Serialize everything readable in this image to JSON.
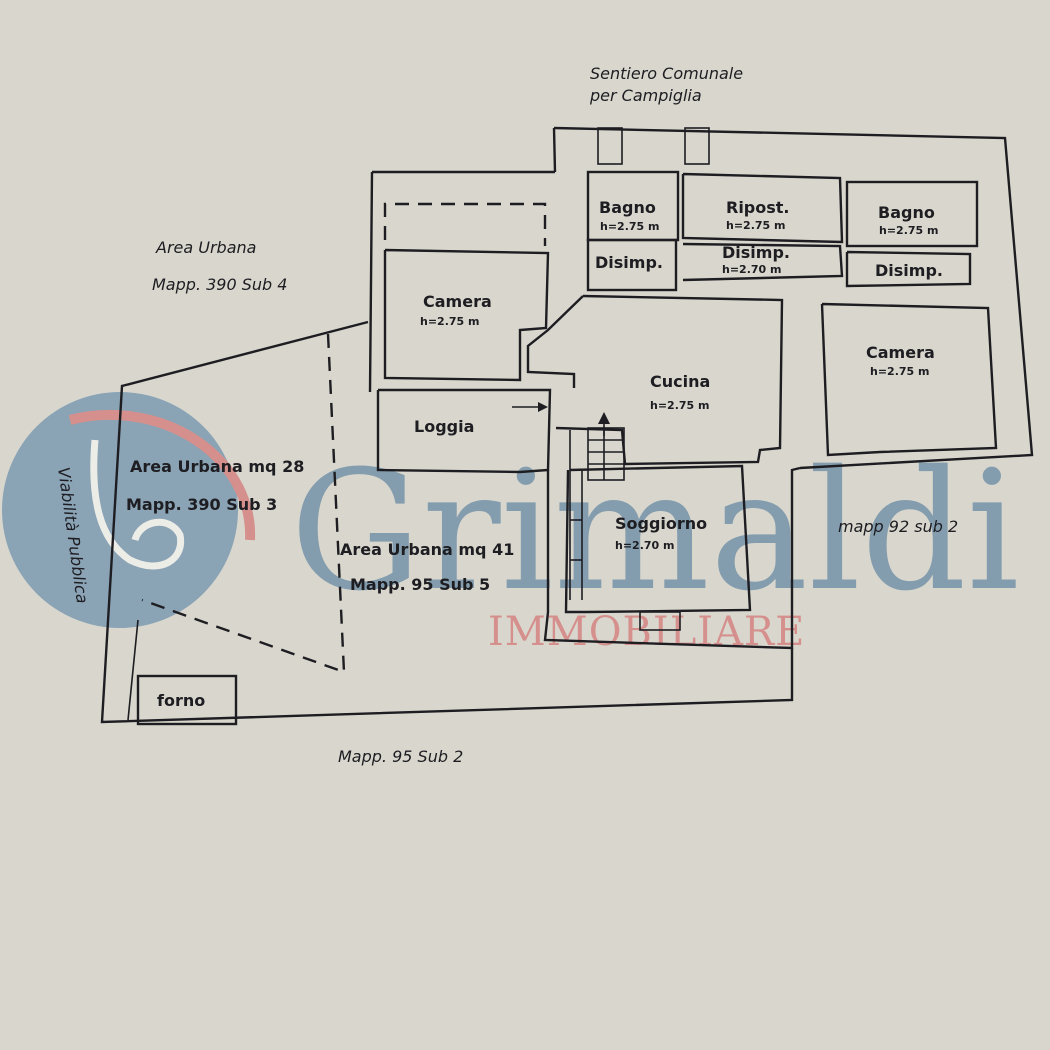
{
  "labels": {
    "sentiero_line1": "Sentiero Comunale",
    "sentiero_line2": "per Campiglia",
    "area_urbana_sub4_line1": "Area Urbana",
    "area_urbana_sub4_line2": "Mapp. 390 Sub 4",
    "viabilita": "Viabilità Pubblica",
    "area_urbana_sub3_line1": "Area Urbana mq 28",
    "area_urbana_sub3_line2": "Mapp. 390 Sub 3",
    "area_urbana_sub5_line1": "Area Urbana mq 41",
    "area_urbana_sub5_line2": "Mapp. 95 Sub 5",
    "mapp92": "mapp 92 sub 2",
    "mapp95sub2": "Mapp. 95 Sub 2",
    "forno": "forno"
  },
  "rooms": {
    "bagno_left": {
      "name": "Bagno",
      "height": "h=2.75 m"
    },
    "ripost": {
      "name": "Ripost.",
      "height": "h=2.75 m"
    },
    "bagno_right": {
      "name": "Bagno",
      "height": "h=2.75 m"
    },
    "disimp_left": {
      "name": "Disimp."
    },
    "disimp_center": {
      "name": "Disimp.",
      "height": "h=2.70 m"
    },
    "disimp_right": {
      "name": "Disimp."
    },
    "camera_left": {
      "name": "Camera",
      "height": "h=2.75 m"
    },
    "camera_right": {
      "name": "Camera",
      "height": "h=2.75 m"
    },
    "cucina": {
      "name": "Cucina",
      "height": "h=2.75 m"
    },
    "loggia": {
      "name": "Loggia"
    },
    "soggiorno": {
      "name": "Soggiorno",
      "height": "h=2.70 m"
    }
  },
  "watermark": {
    "brand": "Grimaldi",
    "sub": "IMMOBILIARE",
    "colors": {
      "blue": "#3f6f95",
      "red": "#d2575a"
    }
  }
}
